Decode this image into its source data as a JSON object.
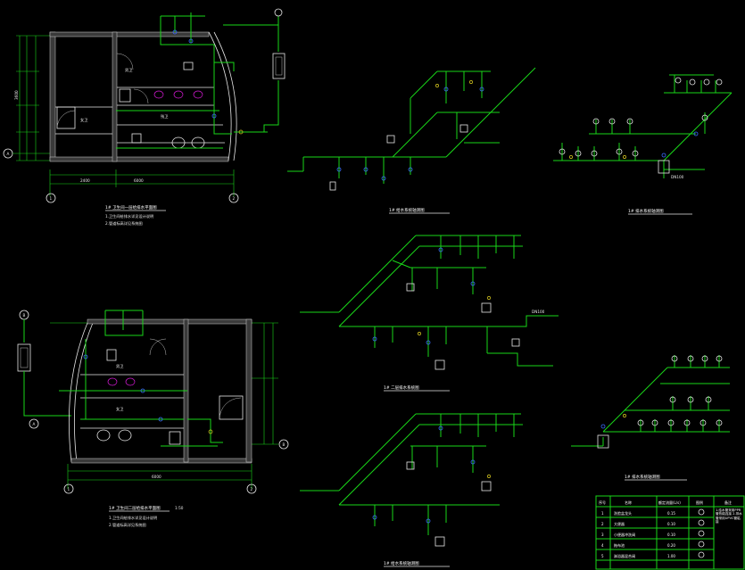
{
  "drawing": {
    "background": "#000000",
    "colors": {
      "pipe": "#19d619",
      "wall": "#e6e6e6",
      "fixture": "#d21ad2",
      "valve": "#3a6bff",
      "note": "#e0d020"
    }
  },
  "plan_top": {
    "caption": "1# 卫生间一层给排水平面图",
    "note_1": "1.卫生间给排水详见设计说明",
    "note_2": "2.管道标高详见系统图",
    "axis_a": "A",
    "axis_1": "1",
    "axis_2": "2",
    "dim_total": "6000",
    "dim_a": "3600",
    "dim_b": "2400",
    "room_labels": [
      "男卫",
      "女卫",
      "残卫"
    ]
  },
  "plan_bottom": {
    "caption": "1# 卫生间二层给排水平面图",
    "scale": "1:50",
    "note_1": "1.卫生间给排水详见设计说明",
    "note_2": "2.管道标高详见系统图",
    "axis_a": "A",
    "axis_b": "B",
    "axis_1": "1",
    "axis_2": "2",
    "dim_total": "6000",
    "room_labels": [
      "男卫",
      "女卫"
    ]
  },
  "systems": {
    "sys1_caption": "1# 给水系统轴测图",
    "sys2_caption": "1# 排水系统轴测图",
    "sys3_caption": "1# 二层排水系统图",
    "sys4_caption": "1# 给水系统轴测图",
    "sys5_caption": "1# 排水系统轴测图",
    "sys2_tag": "DN100",
    "sys3_tag": "DN100"
  },
  "legend_table": {
    "headers": [
      "序号",
      "名称",
      "额定流量(L/s)",
      "图例",
      "备注"
    ],
    "rows": [
      {
        "no": "1",
        "name": "洗脸盆龙头",
        "flow": "0.15",
        "icon": "circle-1"
      },
      {
        "no": "2",
        "name": "大便器",
        "flow": "0.10",
        "icon": "circle-2"
      },
      {
        "no": "3",
        "name": "小便器冲洗阀",
        "flow": "0.10",
        "icon": "circle-3"
      },
      {
        "no": "4",
        "name": "拖布池",
        "flow": "0.20",
        "icon": "circle-4"
      },
      {
        "no": "5",
        "name": "淋浴器混合阀",
        "flow": "1.00",
        "icon": "circle-5"
      }
    ],
    "remark": "1.给水管采用PPR管热熔连接 2.排水管采用UPVC管粘接"
  }
}
